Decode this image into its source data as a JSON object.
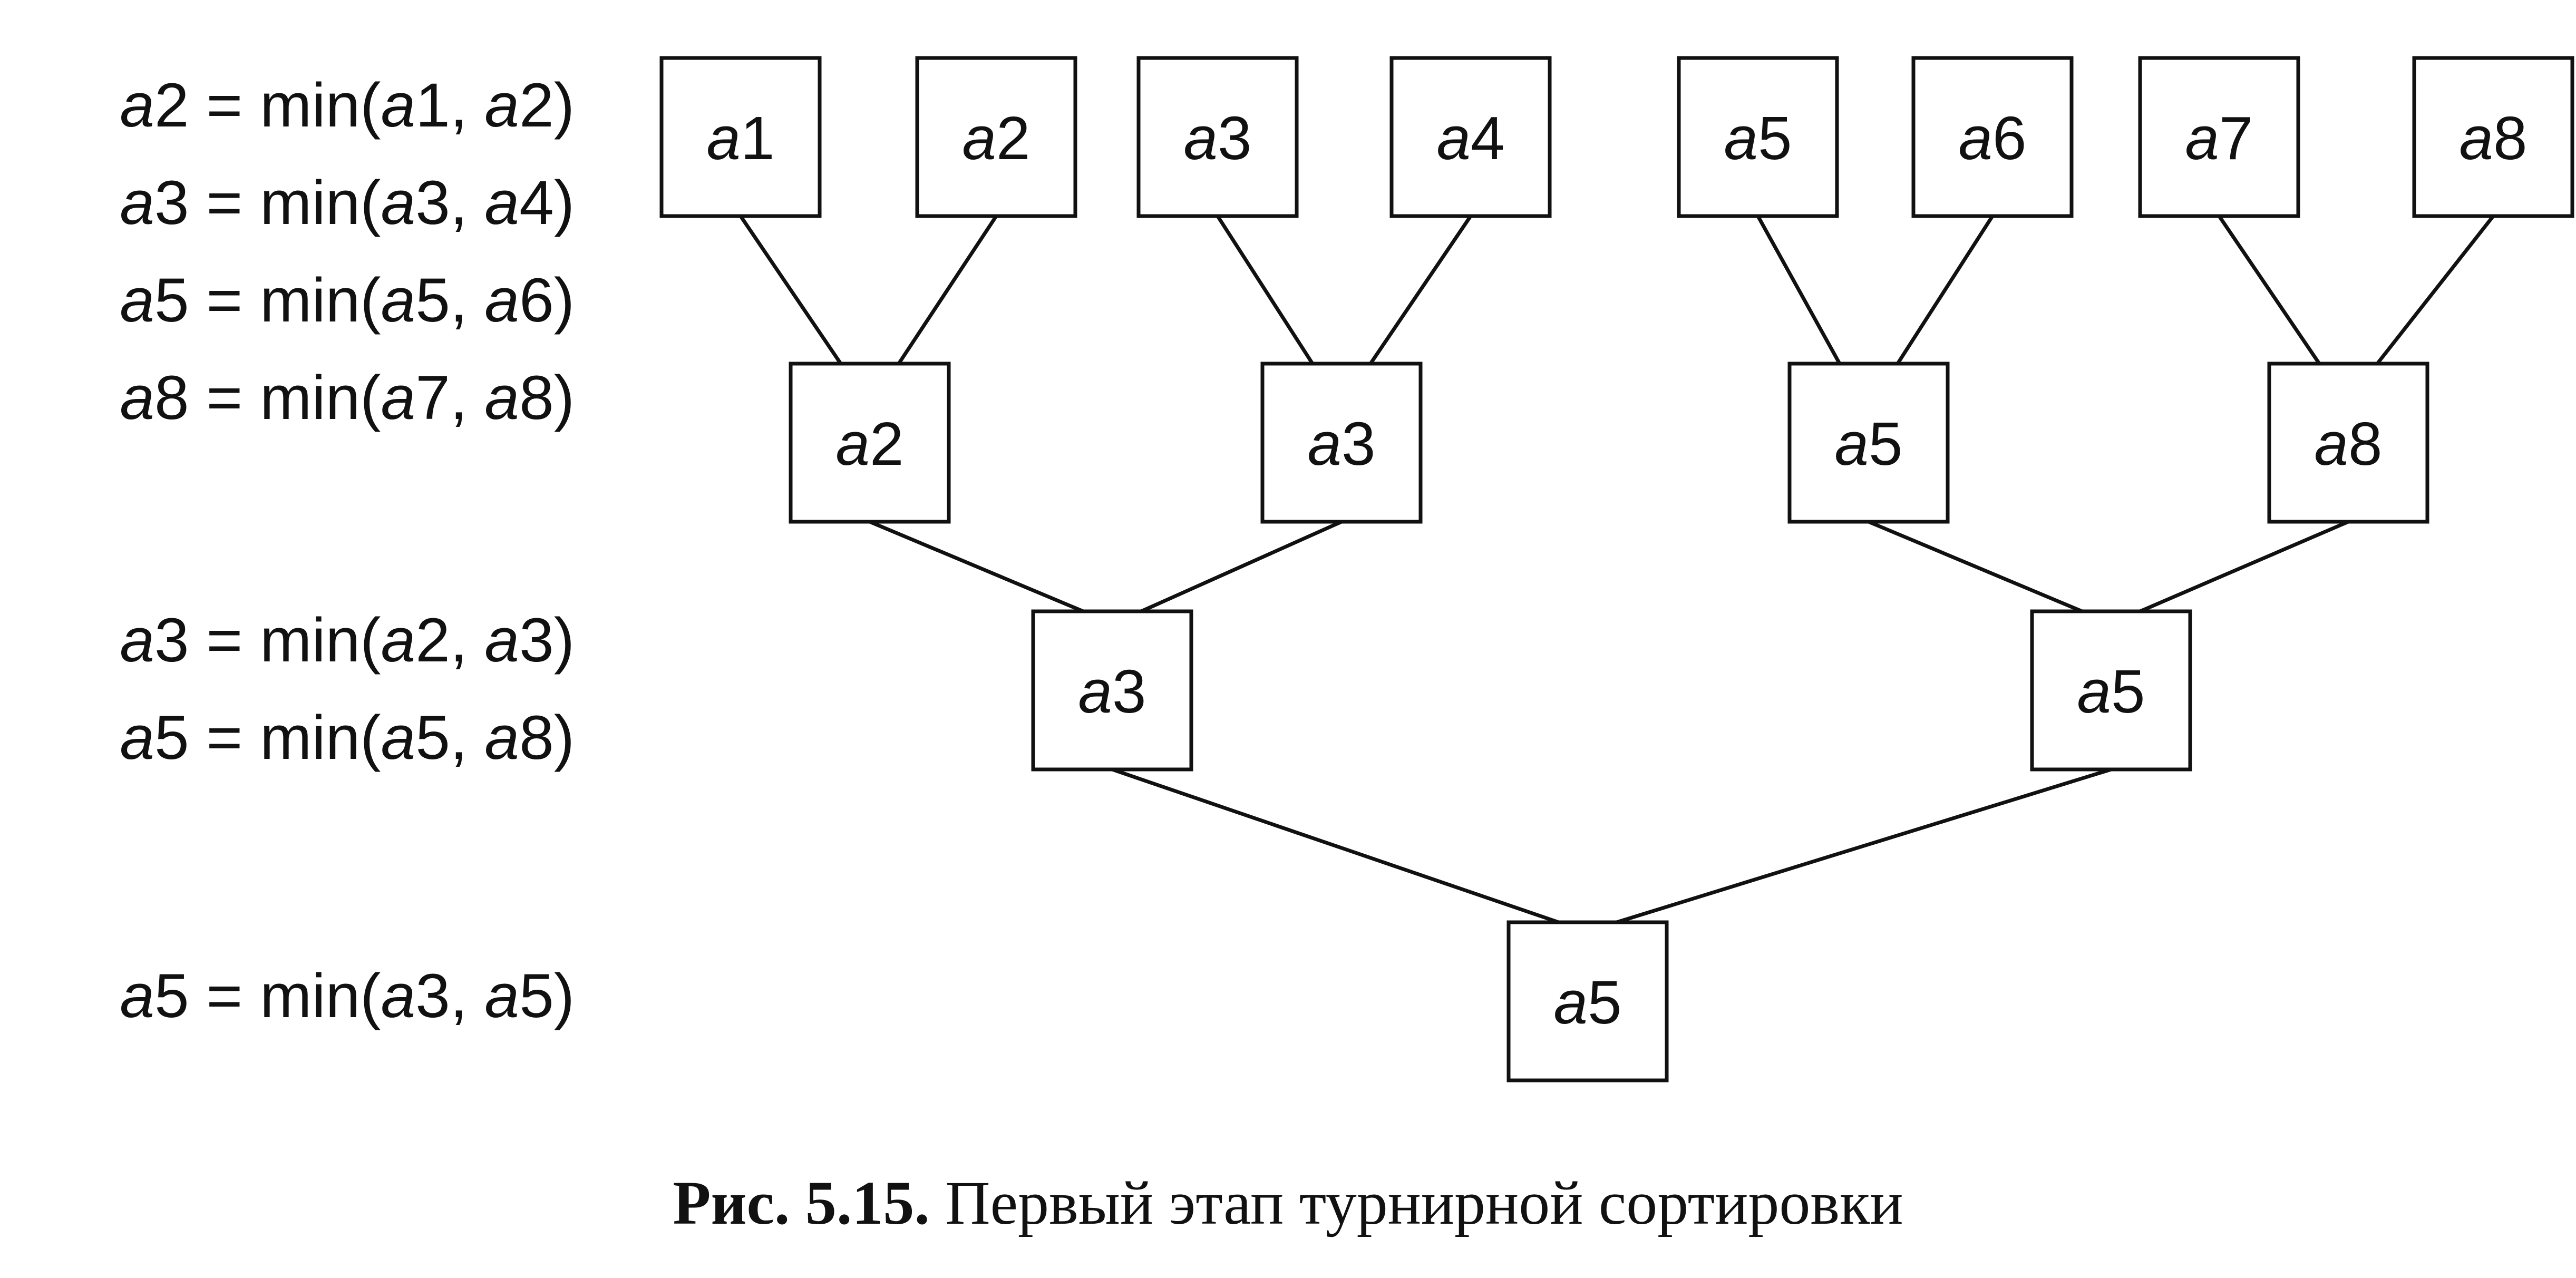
{
  "equations": [
    {
      "lhs": [
        "a",
        "2"
      ],
      "args": [
        [
          "a",
          "1"
        ],
        [
          "a",
          "2"
        ]
      ]
    },
    {
      "lhs": [
        "a",
        "3"
      ],
      "args": [
        [
          "a",
          "3"
        ],
        [
          "a",
          "4"
        ]
      ]
    },
    {
      "lhs": [
        "a",
        "5"
      ],
      "args": [
        [
          "a",
          "5"
        ],
        [
          "a",
          "6"
        ]
      ]
    },
    {
      "lhs": [
        "a",
        "8"
      ],
      "args": [
        [
          "a",
          "7"
        ],
        [
          "a",
          "8"
        ]
      ]
    },
    {
      "lhs": [
        "a",
        "3"
      ],
      "args": [
        [
          "a",
          "2"
        ],
        [
          "a",
          "3"
        ]
      ]
    },
    {
      "lhs": [
        "a",
        "5"
      ],
      "args": [
        [
          "a",
          "5"
        ],
        [
          "a",
          "8"
        ]
      ]
    },
    {
      "lhs": [
        "a",
        "5"
      ],
      "args": [
        [
          "a",
          "3"
        ],
        [
          "a",
          "5"
        ]
      ]
    }
  ],
  "equation_parts": {
    "equals": " = ",
    "func": "min(",
    "sep": ", ",
    "close": ")"
  },
  "tree": {
    "levels": [
      [
        [
          "a",
          "1"
        ],
        [
          "a",
          "2"
        ],
        [
          "a",
          "3"
        ],
        [
          "a",
          "4"
        ],
        [
          "a",
          "5"
        ],
        [
          "a",
          "6"
        ],
        [
          "a",
          "7"
        ],
        [
          "a",
          "8"
        ]
      ],
      [
        [
          "a",
          "2"
        ],
        [
          "a",
          "3"
        ],
        [
          "a",
          "5"
        ],
        [
          "a",
          "8"
        ]
      ],
      [
        [
          "a",
          "3"
        ],
        [
          "a",
          "5"
        ]
      ],
      [
        [
          "a",
          "5"
        ]
      ]
    ]
  },
  "caption": {
    "label": "Рис. 5.15.",
    "text": " Первый этап турнирной сортировки"
  }
}
